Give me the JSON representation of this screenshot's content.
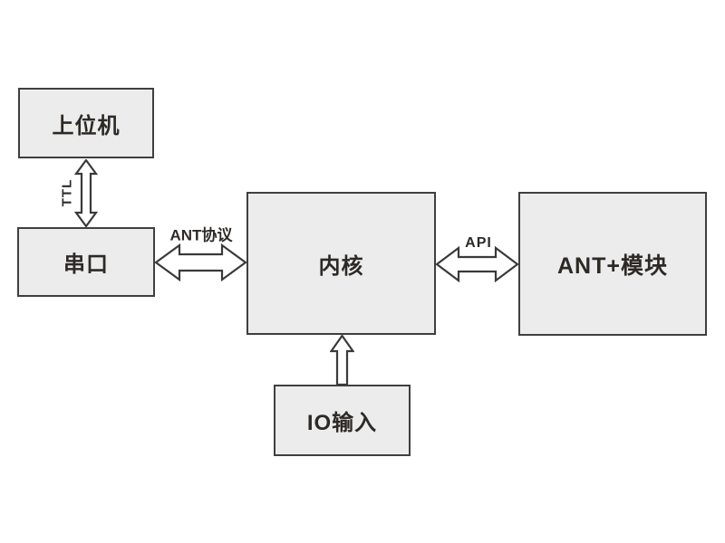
{
  "diagram": {
    "colors": {
      "background": "#ffffff",
      "node_fill": "#ececec",
      "node_border": "#3f3f3f",
      "text": "#2d2a26",
      "arrow_outline": "#3a3a3a",
      "arrow_fill": "#ffffff"
    },
    "nodes": {
      "host": {
        "label": "上位机"
      },
      "serial": {
        "label": "串口"
      },
      "kernel": {
        "label": "内核"
      },
      "ant_module": {
        "label": "ANT+模块"
      },
      "io_input": {
        "label": "IO输入"
      }
    },
    "edges": {
      "ttl": {
        "label": "TTL",
        "from": "host",
        "to": "serial",
        "style": "double-arrow-vertical"
      },
      "ant_protocol": {
        "label": "ANT协议",
        "from": "serial",
        "to": "kernel",
        "style": "double-arrow-horizontal"
      },
      "api": {
        "label": "API",
        "from": "kernel",
        "to": "ant_module",
        "style": "double-arrow-horizontal"
      },
      "io": {
        "label": "",
        "from": "io_input",
        "to": "kernel",
        "style": "single-arrow-up"
      }
    }
  }
}
